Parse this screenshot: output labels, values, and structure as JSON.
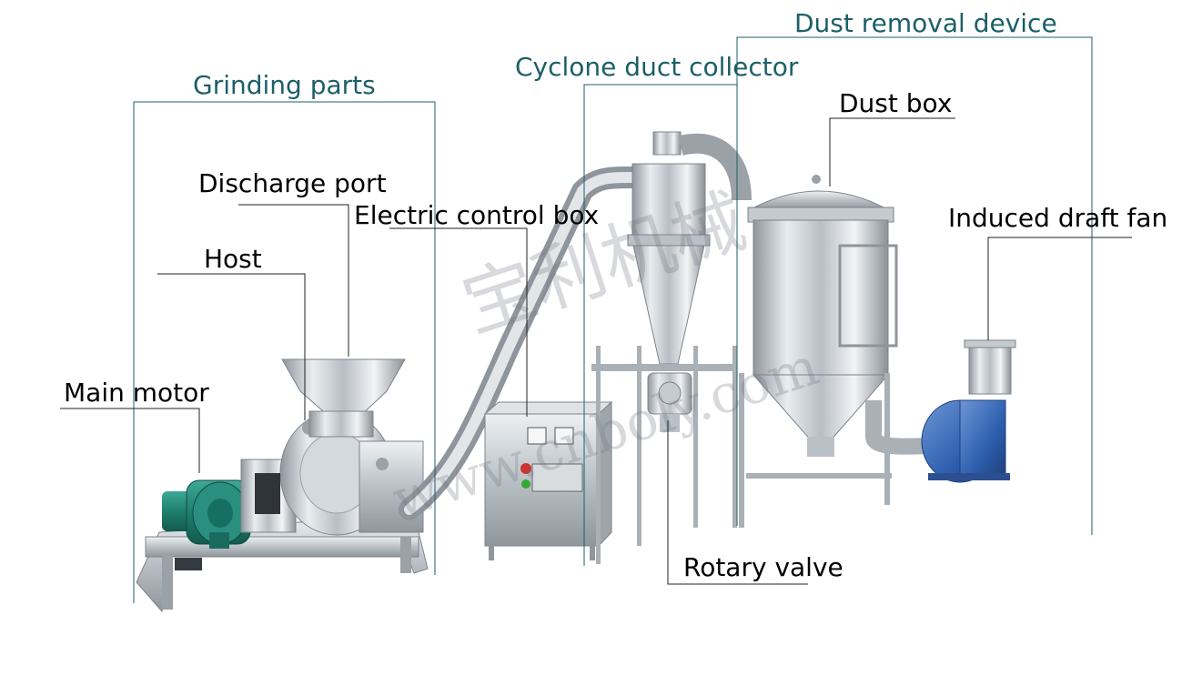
{
  "section_labels": {
    "grinding": "Grinding parts",
    "cyclone": "Cyclone duct collector",
    "dust_removal": "Dust removal device"
  },
  "part_labels": {
    "discharge_port": "Discharge port",
    "electric_control_box": "Electric control box",
    "host": "Host",
    "main_motor": "Main motor",
    "dust_box": "Dust box",
    "induced_draft_fan": "Induced draft fan",
    "rotary_valve": "Rotary valve"
  },
  "watermark": {
    "chinese": "宝利机械",
    "url": "www.cnboly.com"
  },
  "colors": {
    "section_text": "#1c5f67",
    "bracket_line": "#1c5f67",
    "leader_line": "#222222",
    "steel": "#c9ced3",
    "motor_green": "#1f7f6f",
    "fan_blue": "#2d5fae"
  }
}
